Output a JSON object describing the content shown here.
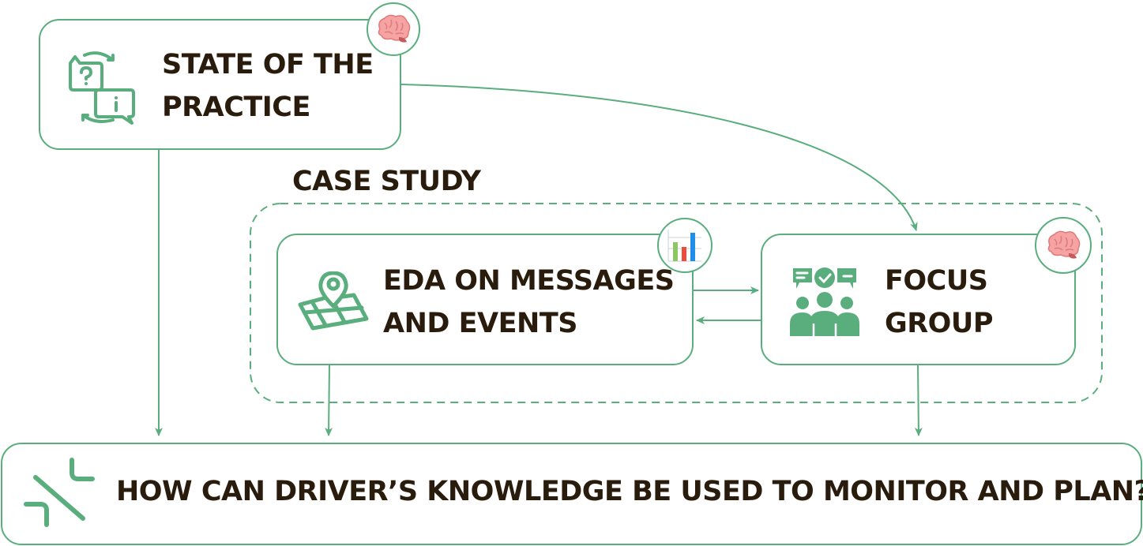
{
  "title": "Research methodology diagram",
  "colors": {
    "accent": "#5aae7e",
    "text": "#2a1c0c",
    "brain": "#f08a8a"
  },
  "group": {
    "label": "CASE STUDY"
  },
  "nodes": {
    "state_of_practice": {
      "line1": "STATE OF THE",
      "line2": "PRACTICE",
      "icon": "question-info-exchange-icon",
      "badge_icon": "brain-icon"
    },
    "eda": {
      "line1": "EDA ON MESSAGES",
      "line2": "AND EVENTS",
      "icon": "map-pin-icon",
      "badge_icon": "bar-chart-icon"
    },
    "focus_group": {
      "line1": "FOCUS",
      "line2": "GROUP",
      "icon": "focus-group-people-icon",
      "badge_icon": "brain-icon"
    },
    "research_question": {
      "text": "HOW CAN DRIVER’S KNOWLEDGE BE USED TO MONITOR AND PLAN?",
      "icon": "converge-arrows-icon"
    }
  }
}
